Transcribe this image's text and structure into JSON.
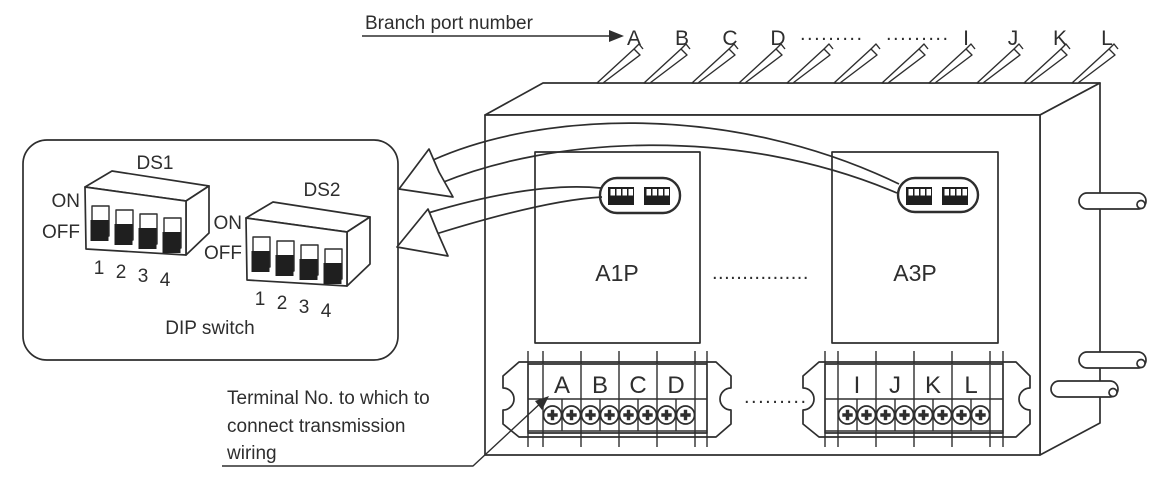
{
  "branch_callout": {
    "label": "Branch port number"
  },
  "ports": {
    "left": [
      "A",
      "B",
      "C",
      "D"
    ],
    "dots_1": ".........",
    "dots_2": ".........",
    "right": [
      "I",
      "J",
      "K",
      "L"
    ]
  },
  "dip_panel": {
    "title": "DIP switch",
    "ds1": {
      "name": "DS1",
      "on_label": "ON",
      "off_label": "OFF",
      "positions": [
        "1",
        "2",
        "3",
        "4"
      ]
    },
    "ds2": {
      "name": "DS2",
      "on_label": "ON",
      "off_label": "OFF",
      "positions": [
        "1",
        "2",
        "3",
        "4"
      ]
    }
  },
  "unit": {
    "boards": [
      {
        "name": "A1P"
      },
      {
        "name": "A3P"
      }
    ],
    "boards_dots": "................",
    "terminals_dots": ".........",
    "terminal_left": [
      "A",
      "B",
      "C",
      "D"
    ],
    "terminal_right": [
      "I",
      "J",
      "K",
      "L"
    ]
  },
  "terminal_note": {
    "line1": "Terminal No. to which to",
    "line2": "connect transmission",
    "line3": "wiring"
  },
  "colors": {
    "line": "#2e2e2e",
    "background": "#ffffff",
    "switch_rocker": "#1f1f1f"
  }
}
